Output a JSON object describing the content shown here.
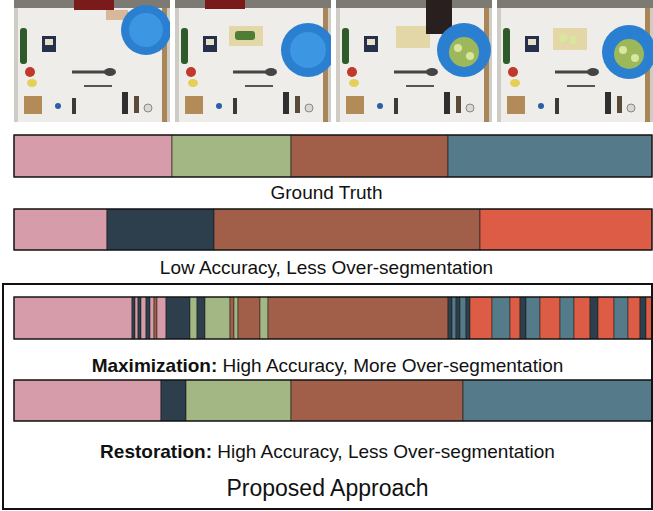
{
  "diagram": {
    "nodes": [
      {
        "text": [
          "Maximization:",
          "High Accuracy, More Over-segmentation",
          "Restoration:",
          "High Accuracy, Less Over-segmentation",
          "Proposed Approach"
        ]
      }
    ],
    "labels": [
      "Ground Truth",
      "Low Accuracy, Less Over-segmentation"
    ]
  }
}
